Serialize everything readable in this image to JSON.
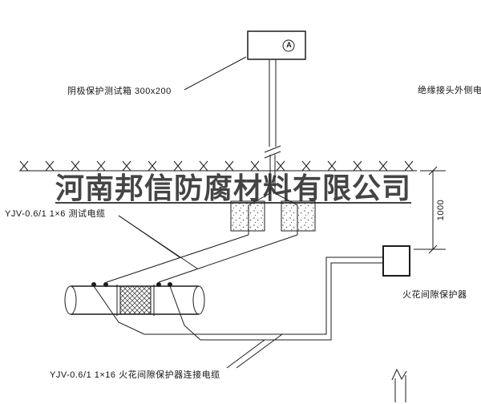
{
  "watermark": {
    "text": "河南邦信防腐材料有限公司"
  },
  "labels": {
    "test_box": "阴极保护测试箱 300x200",
    "insulated_joint_cable": "绝缘接头外侧电缆",
    "test_cable": "YJV-0.6/1 1×6  测试电缆",
    "spark_gap_protector": "火花间隙保护器",
    "spark_gap_cable": "YJV-0.6/1 1×16  火花间隙保护器连接电缆",
    "ammeter": "A",
    "dimension": "1000"
  },
  "colors": {
    "background": "#ffffff",
    "line": "#1c1c1c",
    "watermark": "#232323"
  }
}
